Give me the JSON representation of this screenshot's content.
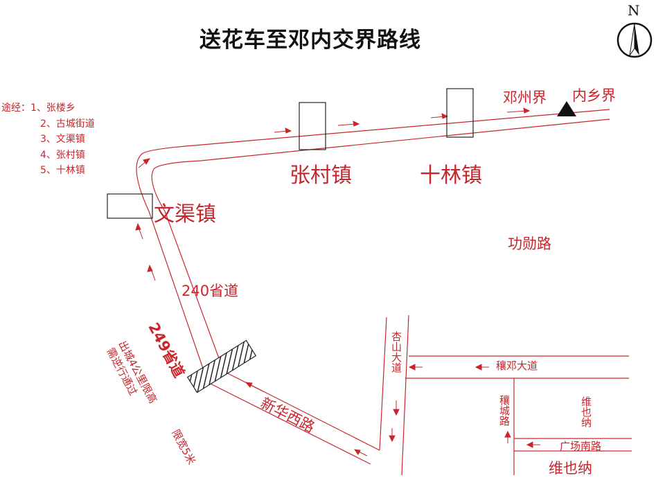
{
  "title": "送花车至邓内交界路线",
  "compass": {
    "letter": "N"
  },
  "route": {
    "heading": "途经：",
    "stops": [
      "1、张楼乡",
      "2、古城街道",
      "3、文渠镇",
      "4、张村镇",
      "5、十林镇"
    ]
  },
  "labels": {
    "zhangcun": "张村镇",
    "shilin": "十林镇",
    "wenqu": "文渠镇",
    "dengzhou_border": "邓州界",
    "neixiang_border": "内乡界",
    "gongxun_road": "功勋路",
    "road_240": "240省道",
    "road_249": "249省道",
    "xinhua_west": "新华西路",
    "xingshan_ave": "杏山大道",
    "rangdeng_ave": "穰邓大道",
    "rangcheng_road": "穰城路",
    "guangchang_south": "广场南路",
    "vienna_vertical": "维也纳",
    "vienna": "维也纳",
    "limit_height": "出城4公里限高",
    "limit_pass": "需逆行通过",
    "limit_width": "限宽5米"
  },
  "colors": {
    "road": "#c8262c",
    "text": "#c8262c",
    "title": "#111111",
    "box": "#222222"
  }
}
